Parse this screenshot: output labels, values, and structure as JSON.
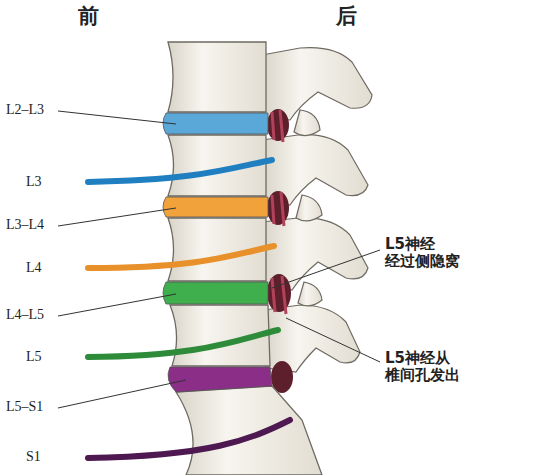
{
  "diagram": {
    "labels": [
      "前",
      "后",
      "L2–L3",
      "L3",
      "L3–L4",
      "L4",
      "L4–L5",
      "L5",
      "L5–S1",
      "S1",
      "L5神经 经过侧隐窝",
      "L5神经从 椎间孔发出"
    ]
  }
}
